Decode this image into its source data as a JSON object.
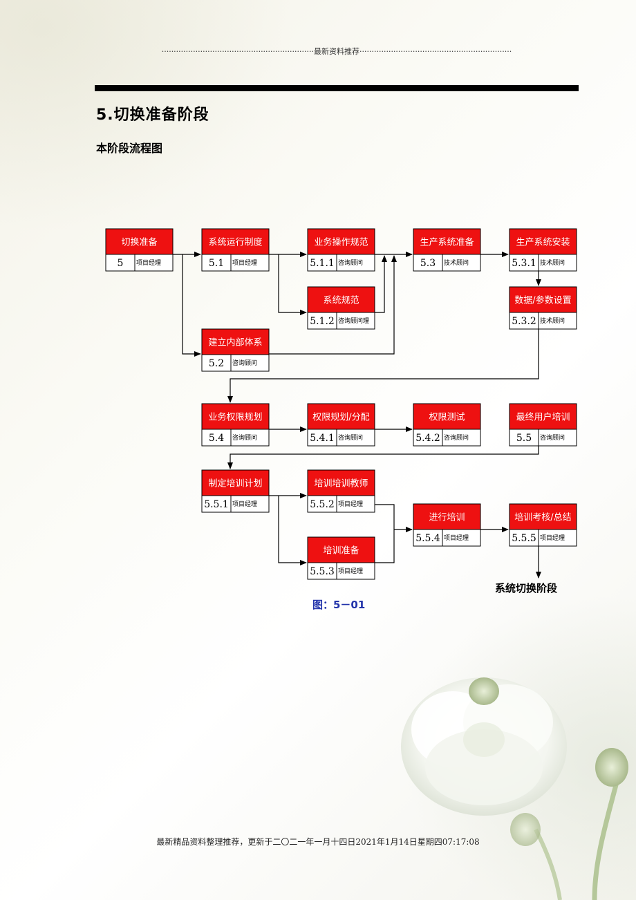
{
  "header": {
    "text": "·······························································最新资料推荐·······························································"
  },
  "section": {
    "title": "5.切换准备阶段",
    "subtitle": "本阶段流程图"
  },
  "nodes": [
    {
      "id": "n5",
      "title": "切换准备",
      "num": "5",
      "role": "项目经理"
    },
    {
      "id": "n51",
      "title": "系统运行制度",
      "num": "5.1",
      "role": "项目经理"
    },
    {
      "id": "n511",
      "title": "业务操作规范",
      "num": "5.1.1",
      "role": "咨询顾问"
    },
    {
      "id": "n53",
      "title": "生产系统准备",
      "num": "5.3",
      "role": "技术顾问"
    },
    {
      "id": "n531",
      "title": "生产系统安装",
      "num": "5.3.1",
      "role": "技术顾问"
    },
    {
      "id": "n512",
      "title": "系统规范",
      "num": "5.1.2",
      "role": "咨询顾问理"
    },
    {
      "id": "n532",
      "title": "数据/参数设置",
      "num": "5.3.2",
      "role": "技术顾问"
    },
    {
      "id": "n52",
      "title": "建立内部体系",
      "num": "5.2",
      "role": "咨询顾问"
    },
    {
      "id": "n54",
      "title": "业务权限规划",
      "num": "5.4",
      "role": "咨询顾问"
    },
    {
      "id": "n541",
      "title": "权限规划/分配",
      "num": "5.4.1",
      "role": "咨询顾问"
    },
    {
      "id": "n542",
      "title": "权限测试",
      "num": "5.4.2",
      "role": "咨询顾问"
    },
    {
      "id": "n55",
      "title": "最终用户培训",
      "num": "5.5",
      "role": "咨询顾问"
    },
    {
      "id": "n551",
      "title": "制定培训计划",
      "num": "5.5.1",
      "role": "项目经理"
    },
    {
      "id": "n552",
      "title": "培训培训教师",
      "num": "5.5.2",
      "role": "项目经理"
    },
    {
      "id": "n554",
      "title": "进行培训",
      "num": "5.5.4",
      "role": "项目经理"
    },
    {
      "id": "n555",
      "title": "培训考核/总结",
      "num": "5.5.5",
      "role": "项目经理"
    },
    {
      "id": "n553",
      "title": "培训准备",
      "num": "5.5.3",
      "role": "项目经理"
    }
  ],
  "end_label": "系统切换阶段",
  "figure_caption": "图：5－01",
  "footer": "最新精品资料整理推荐，更新于二〇二一年一月十四日2021年1月14日星期四07:17:08",
  "colors": {
    "node_fill": "#ee1111",
    "line": "#000000",
    "caption": "#2233aa"
  }
}
